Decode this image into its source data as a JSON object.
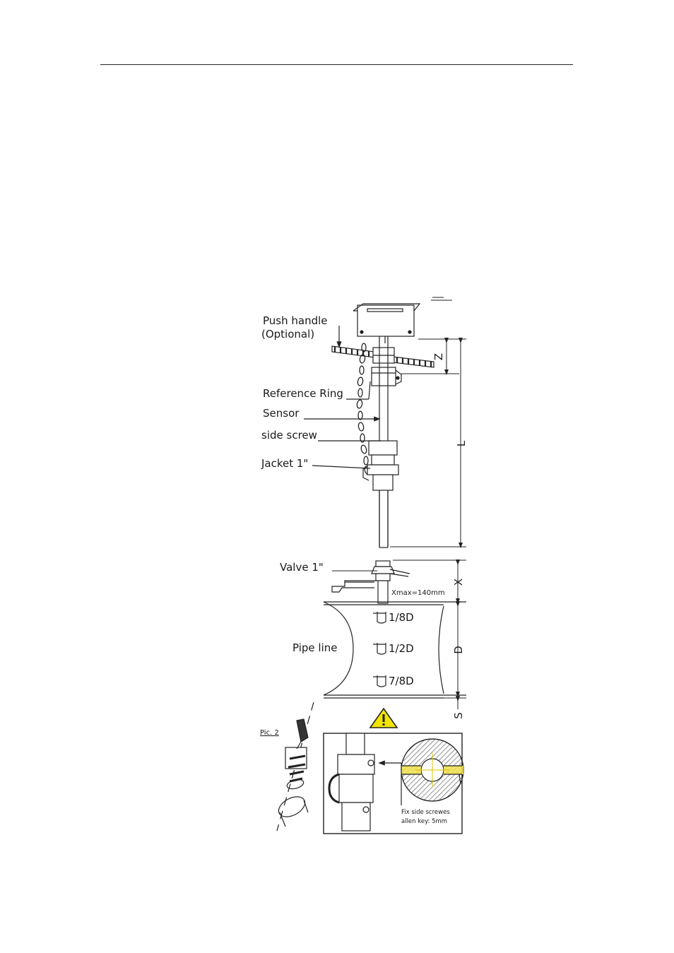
{
  "labels": {
    "push_handle": "Push handle",
    "optional": "(Optional)",
    "reference_ring": "Reference Ring",
    "sensor": "Sensor",
    "side_screw": "side screw",
    "jacket": "Jacket 1\"",
    "valve": "Valve 1\"",
    "xmax": "Xmax=140mm",
    "pipe_line": "Pipe line",
    "pos_1_8": "1/8D",
    "pos_1_2": "1/2D",
    "pos_7_8": "7/8D",
    "pic2": "Pic. 2",
    "fix_note_1": "Fix side screwes",
    "fix_note_2": "allen key: 5mm"
  },
  "dimensions": {
    "z": "Z",
    "l": "L",
    "x": "X",
    "d": "D",
    "s": "S"
  },
  "colors": {
    "line": "#222222",
    "warning_fill": "#f2e600",
    "highlight": "#f0e04a"
  },
  "icons": {
    "warning": "warning-triangle-icon"
  }
}
